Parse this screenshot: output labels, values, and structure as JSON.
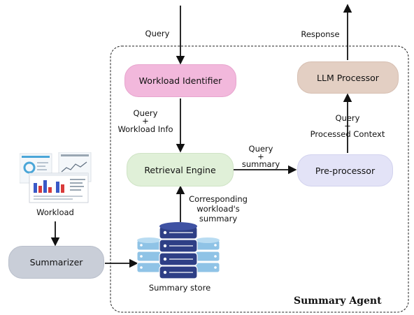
{
  "nodes": {
    "workload_identifier": "Workload Identifier",
    "llm_processor": "LLM Processor",
    "retrieval_engine": "Retrieval Engine",
    "pre_processor": "Pre-processor",
    "summarizer": "Summarizer"
  },
  "labels": {
    "query_in": "Query",
    "response": "Response",
    "query_workload_info": [
      "Query",
      "+",
      "Workload Info"
    ],
    "query_processed_context": [
      "Query",
      "+",
      "Processed Context"
    ],
    "query_summary": [
      "Query",
      "+",
      "summary"
    ],
    "corresponding_summary": [
      "Corresponding",
      "workload's",
      "summary"
    ],
    "workload": "Workload",
    "summary_store": "Summary store",
    "agent_title": "Summary Agent"
  },
  "colors": {
    "workload_identifier": "#f2b8dc",
    "llm_processor": "#e3cfc3",
    "retrieval_engine": "#e0f0d8",
    "pre_processor": "#e3e3f7",
    "summarizer": "#c9ced8",
    "database": "#2e3f86",
    "database_light": "#8fc3e6"
  },
  "icons": [
    "dashboard-thumbnail-icon",
    "database-stack-icon"
  ]
}
